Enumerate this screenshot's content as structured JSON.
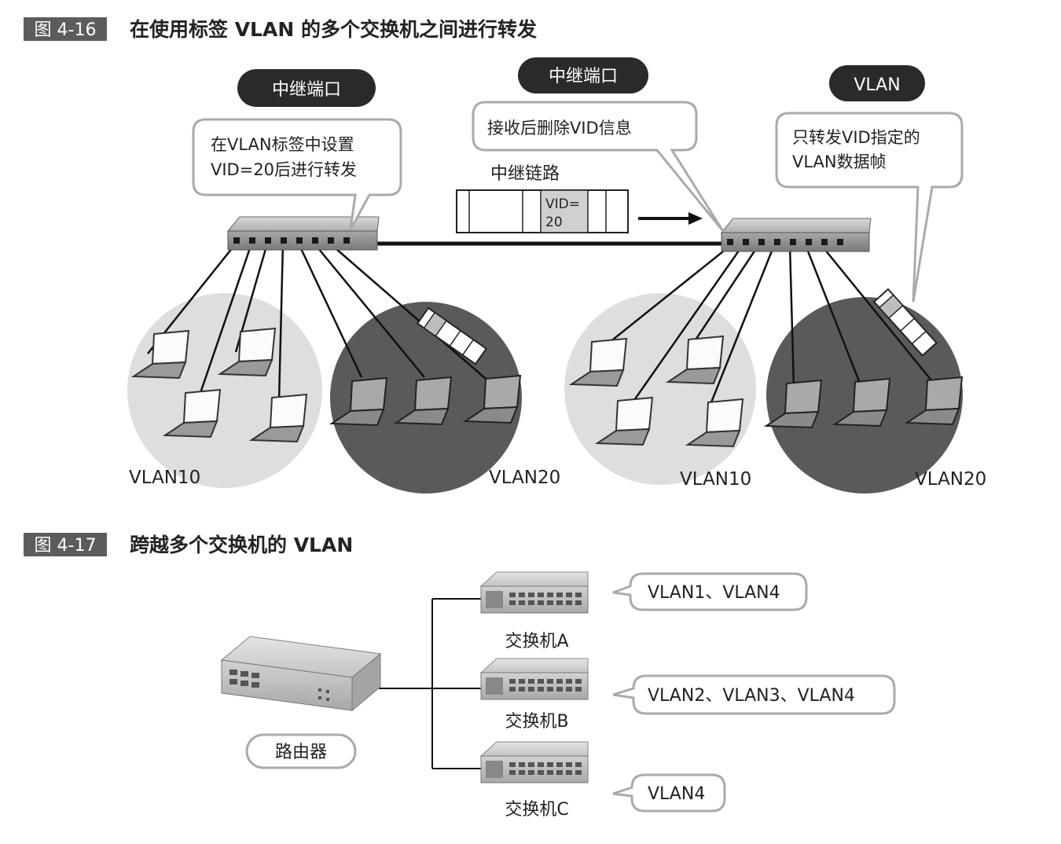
{
  "figure_4_16": {
    "number": "图 4-16",
    "title": "在使用标签 VLAN 的多个交换机之间进行转发",
    "tags": {
      "left": "中继端口",
      "middle": "中继端口",
      "right": "VLAN"
    },
    "callouts": {
      "left_line1": "在VLAN标签中设置",
      "left_line2": "VID=20后进行转发",
      "middle": "接收后删除VID信息",
      "right_line1": "只转发VID指定的",
      "right_line2": "VLAN数据帧"
    },
    "trunk_label": "中继链路",
    "frame_vid_line1": "VID=",
    "frame_vid_line2": "20",
    "vlan_labels": {
      "left_10": "VLAN10",
      "left_20": "VLAN20",
      "right_10": "VLAN10",
      "right_20": "VLAN20"
    },
    "colors": {
      "light_group": "#dedede",
      "dark_group": "#5a5a5a",
      "tag_bg": "#2a2a2a"
    }
  },
  "figure_4_17": {
    "number": "图 4-17",
    "title": "跨越多个交换机的 VLAN",
    "router_label": "路由器",
    "switches": [
      {
        "label": "交换机A",
        "vlans": "VLAN1、VLAN4"
      },
      {
        "label": "交换机B",
        "vlans": "VLAN2、VLAN3、VLAN4"
      },
      {
        "label": "交换机C",
        "vlans": "VLAN4"
      }
    ]
  }
}
